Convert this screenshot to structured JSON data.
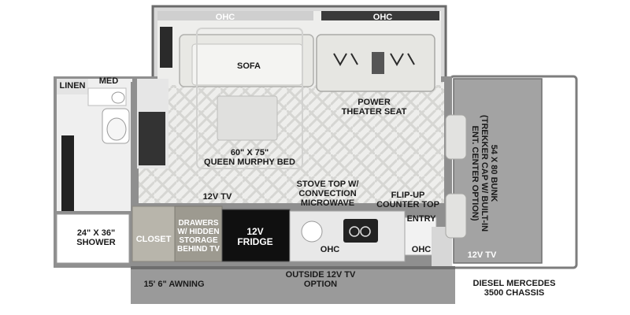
{
  "labels": {
    "ohc_left": "OHC",
    "ohc_right": "OHC",
    "sofa": "SOFA",
    "linen": "LINEN",
    "med": "MED",
    "power_theater_seat": "POWER\nTHEATER SEAT",
    "murphy_bed": "60\" X 75\"\nQUEEN MURPHY BED",
    "tv_12v_kitchen": "12V TV",
    "stove_top": "STOVE TOP W/\nCONVECTION\nMICROWAVE",
    "flip_up": "FLIP-UP\nCOUNTER TOP",
    "entry": "ENTRY",
    "shower": "24\" X 36\"\nSHOWER",
    "closet": "CLOSET",
    "drawers": "DRAWERS\nW/ HIDDEN\nSTORAGE\nBEHIND TV",
    "fridge": "12V\nFRIDGE",
    "ohc_counter": "OHC",
    "ohc_entry": "OHC",
    "tv_12v_bunk": "12V TV",
    "bunk": "54 X 80 BUNK\n(TREKKER CAP W/ BUILT-IN\nENT. CENTER OPTION)",
    "awning": "15' 6\" AWNING",
    "outside_tv": "OUTSIDE 12V TV\nOPTION",
    "chassis": "DIESEL MERCEDES\n3500 CHASSIS"
  }
}
